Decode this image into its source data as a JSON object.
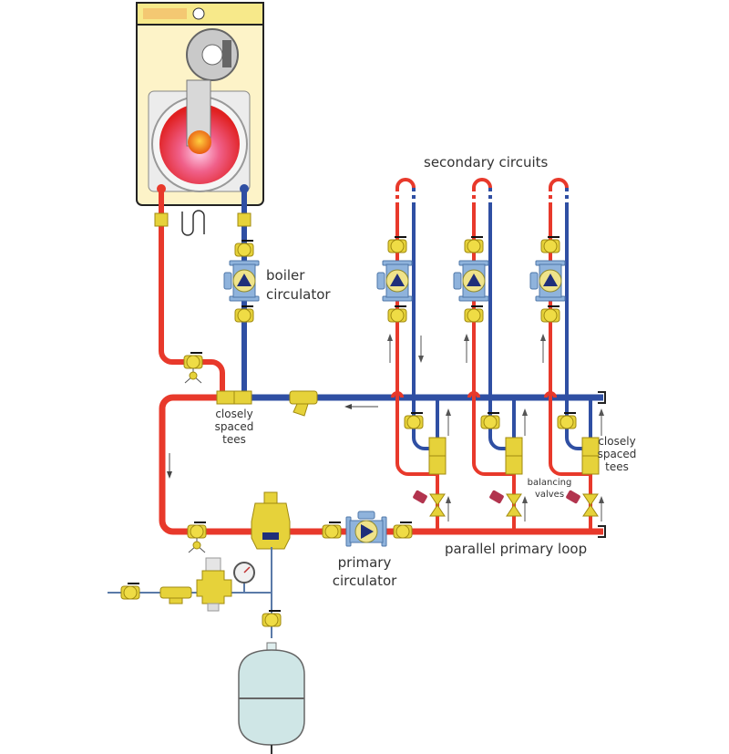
{
  "diagram": {
    "title": "Primary/secondary hydronic piping with parallel primary loop",
    "labels": {
      "secondary_circuits": "secondary circuits",
      "boiler_circulator_line1": "boiler",
      "boiler_circulator_line2": "circulator",
      "closely_spaced_tees_left_line1": "closely",
      "closely_spaced_tees_left_line2": "spaced",
      "closely_spaced_tees_left_line3": "tees",
      "closely_spaced_tees_right_line1": "closely",
      "closely_spaced_tees_right_line2": "spaced",
      "closely_spaced_tees_right_line3": "tees",
      "balancing_valves_line1": "balancing",
      "balancing_valves_line2": "valves",
      "parallel_primary_loop": "parallel primary loop",
      "primary_circulator_line1": "primary",
      "primary_circulator_line2": "circulator"
    },
    "colors": {
      "supply_pipe": "#e8392b",
      "return_pipe": "#2f4fa3",
      "fitting_brass": "#e6d23a",
      "circulator_body": "#7fa7d6",
      "boiler_cabinet": "#fdf3c8",
      "expansion_tank": "#cfe6e6",
      "balancing_handle": "#b2344e"
    },
    "secondary_circuit_count": 3
  }
}
